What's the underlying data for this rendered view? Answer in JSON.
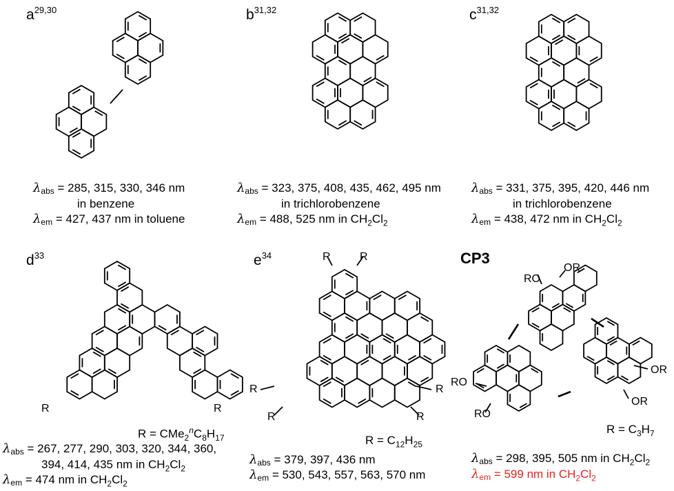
{
  "panels": {
    "a": {
      "label": "a",
      "ref": "29,30",
      "abs_values": "= 285, 315, 330, 346 nm",
      "abs_solvent": "in benzene",
      "em_values": "= 427, 437 nm in toluene"
    },
    "b": {
      "label": "b",
      "ref": "31,32",
      "abs_values": "= 323, 375, 408, 435, 462, 495 nm",
      "abs_solvent": "in trichlorobenzene",
      "em_values": "= 488, 525 nm in CH",
      "em_sub1": "2",
      "em_tail": "Cl",
      "em_sub2": "2"
    },
    "c": {
      "label": "c",
      "ref": "31,32",
      "abs_values": "= 331, 375, 395, 420, 446 nm",
      "abs_solvent": "in trichlorobenzene",
      "em_values": "= 438, 472 nm in CH",
      "em_sub1": "2",
      "em_tail": "Cl",
      "em_sub2": "2"
    },
    "d": {
      "label": "d",
      "ref": "33",
      "r_def_pre": "R = CMe",
      "r_def_sub": "2",
      "r_def_sup": "n",
      "r_def_mid": "C",
      "r_def_sub2": "8",
      "r_def_tail": "H",
      "r_def_sub3": "17",
      "abs_values_line1": "= 267, 277, 290, 303, 320, 344, 360,",
      "abs_values_line2": "394, 414, 435 nm in CH",
      "abs_sub1": "2",
      "abs_tail": "Cl",
      "abs_sub2": "2",
      "em_values": "= 474 nm in CH",
      "em_sub1": "2",
      "em_tail": "Cl",
      "em_sub2": "2",
      "r_atom": "R"
    },
    "e": {
      "label": "e",
      "ref": "34",
      "r_def_pre": "R = C",
      "r_def_sub": "12",
      "r_def_tail": "H",
      "r_def_sub2": "25",
      "abs_values": "=  379, 397, 436 nm",
      "em_values": "= 530, 543, 557, 563, 570 nm",
      "r_atom": "R"
    },
    "cp3": {
      "label": "CP3",
      "r_def_pre": "R = C",
      "r_def_sub": "3",
      "r_def_tail": "H",
      "r_def_sub2": "7",
      "abs_values": "=  298, 395, 505 nm in CH",
      "abs_sub1": "2",
      "abs_tail": "Cl",
      "abs_sub2": "2",
      "em_values": "= 599 nm in CH",
      "em_sub1": "2",
      "em_tail": "Cl",
      "em_sub2": "2",
      "or_atom": "OR",
      "ro_atom": "RO"
    }
  },
  "symbols": {
    "lambda": "λ",
    "abs_sub": "abs",
    "em_sub": "em"
  },
  "colors": {
    "highlight": "#e8231c",
    "ink": "#000000"
  }
}
